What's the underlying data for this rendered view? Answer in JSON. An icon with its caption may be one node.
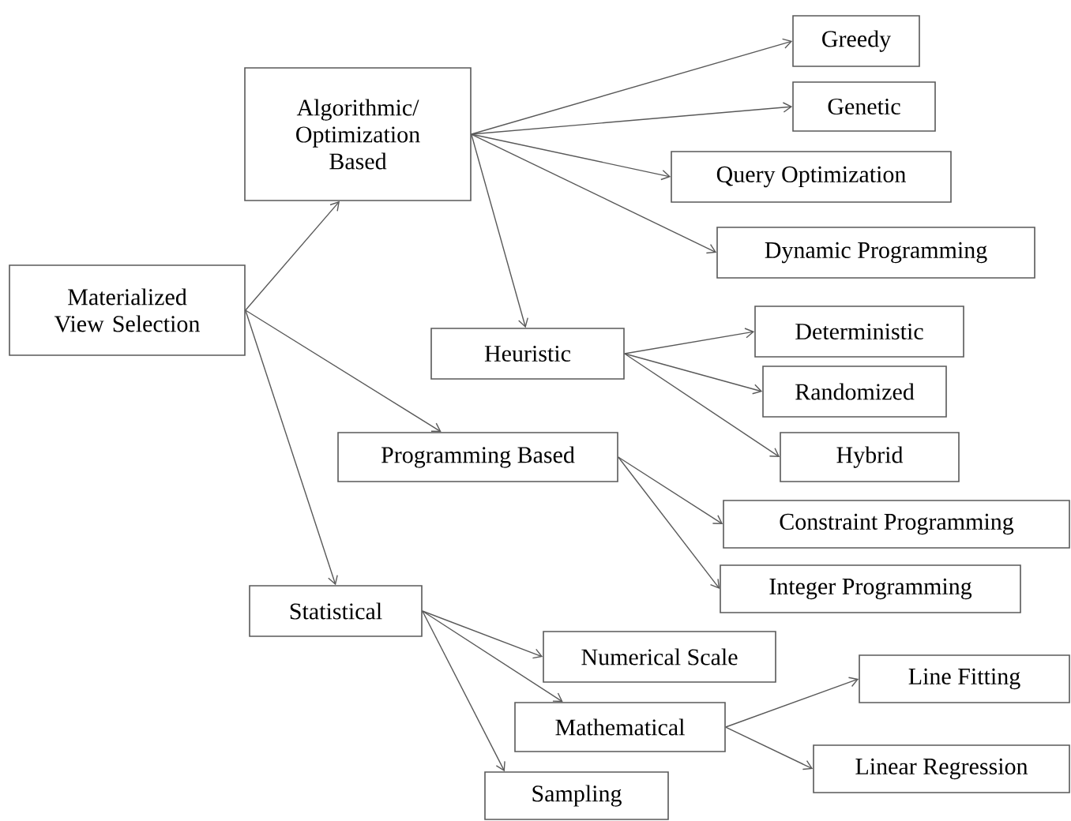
{
  "diagram": {
    "nodes": [
      {
        "text": [
          "Materialized View Selection"
        ]
      },
      {
        "text": [
          "Algorithmic/ Optimization Based"
        ]
      },
      {
        "text": [
          "Greedy"
        ]
      },
      {
        "text": [
          "Genetic"
        ]
      },
      {
        "text": [
          "Query Optimization"
        ]
      },
      {
        "text": [
          "Dynamic Programming"
        ]
      },
      {
        "text": [
          "Heuristic"
        ]
      },
      {
        "text": [
          "Deterministic"
        ]
      },
      {
        "text": [
          "Randomized"
        ]
      },
      {
        "text": [
          "Hybrid"
        ]
      },
      {
        "text": [
          "Programming Based"
        ]
      },
      {
        "text": [
          "Constraint Programming"
        ]
      },
      {
        "text": [
          "Integer Programming"
        ]
      },
      {
        "text": [
          "Statistical"
        ]
      },
      {
        "text": [
          "Numerical Scale"
        ]
      },
      {
        "text": [
          "Mathematical"
        ]
      },
      {
        "text": [
          "Line Fitting"
        ]
      },
      {
        "text": [
          "Linear Regression"
        ]
      },
      {
        "text": [
          "Sampling"
        ]
      }
    ],
    "edges": [
      {
        "from": 0,
        "to": 1,
        "arrow": "to"
      },
      {
        "from": 0,
        "to": 10,
        "arrow": "to"
      },
      {
        "from": 0,
        "to": 13,
        "arrow": "to"
      },
      {
        "from": 1,
        "to": 2,
        "arrow": "to"
      },
      {
        "from": 1,
        "to": 3,
        "arrow": "to"
      },
      {
        "from": 1,
        "to": 4,
        "arrow": "to"
      },
      {
        "from": 1,
        "to": 5,
        "arrow": "to"
      },
      {
        "from": 1,
        "to": 6,
        "arrow": "to"
      },
      {
        "from": 6,
        "to": 7,
        "arrow": "to"
      },
      {
        "from": 6,
        "to": 8,
        "arrow": "to"
      },
      {
        "from": 6,
        "to": 9,
        "arrow": "to"
      },
      {
        "from": 10,
        "to": 11,
        "arrow": "to"
      },
      {
        "from": 10,
        "to": 12,
        "arrow": "to"
      },
      {
        "from": 13,
        "to": 14,
        "arrow": "to"
      },
      {
        "from": 13,
        "to": 15,
        "arrow": "to"
      },
      {
        "from": 13,
        "to": 18,
        "arrow": "to"
      },
      {
        "from": 15,
        "to": 16,
        "arrow": "to"
      },
      {
        "from": 15,
        "to": 17,
        "arrow": "to"
      }
    ]
  }
}
